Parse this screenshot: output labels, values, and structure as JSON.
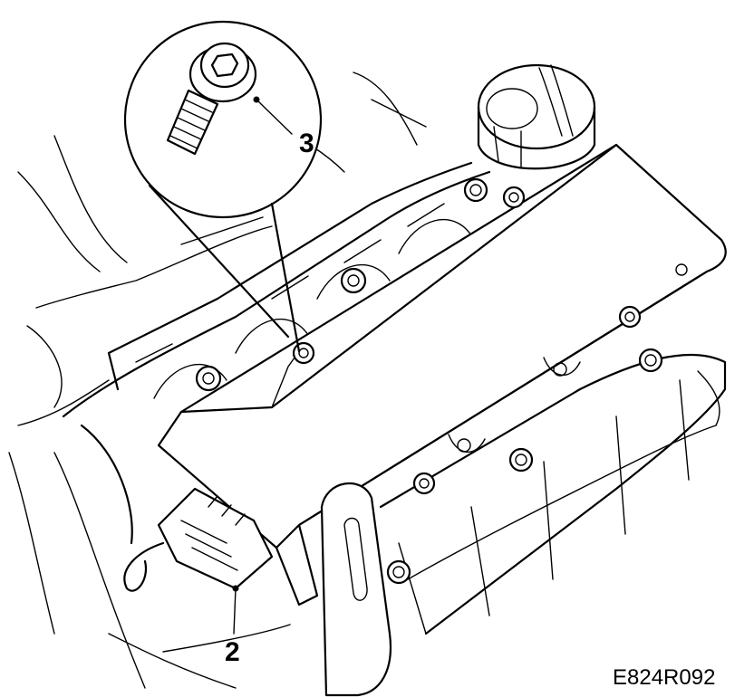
{
  "figure": {
    "reference_code": "E824R092",
    "callouts": [
      {
        "label": "2",
        "part": "connector"
      },
      {
        "label": "3",
        "part": "bolt"
      }
    ]
  }
}
